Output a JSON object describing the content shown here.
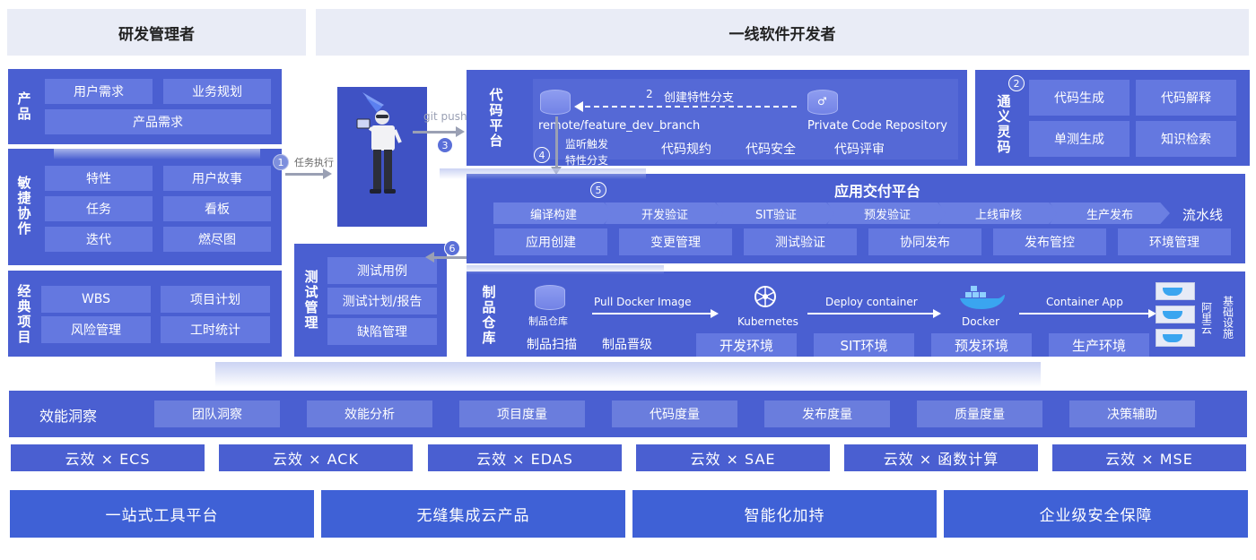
{
  "headers": {
    "left": "研发管理者",
    "right": "一线软件开发者"
  },
  "product": {
    "label": "产品",
    "items": [
      "用户需求",
      "业务规划",
      "产品需求"
    ]
  },
  "agile": {
    "label": "敏捷协作",
    "items": [
      "特性",
      "用户故事",
      "任务",
      "看板",
      "迭代",
      "燃尽图"
    ]
  },
  "classic": {
    "label": "经典项目",
    "items": [
      "WBS",
      "项目计划",
      "风险管理",
      "工时统计"
    ]
  },
  "testing": {
    "label": "测试管理",
    "items": [
      "测试用例",
      "测试计划/报告",
      "缺陷管理"
    ]
  },
  "flow": {
    "step1_num": "1",
    "step1_label": "任务执行",
    "step3_num": "3",
    "git_push": "git push",
    "step4_num": "4",
    "step4_label_1": "监听触发",
    "step4_label_2": "特性分支",
    "step5_num": "5",
    "step6_num": "6"
  },
  "code_platform": {
    "label": "代码平台",
    "step2_num": "2",
    "step2_label": "创建特性分支",
    "remote_branch": "remote/feature_dev_branch",
    "private_repo": "Private Code Repository",
    "items": [
      "代码规约",
      "代码安全",
      "代码评审"
    ]
  },
  "tongyi": {
    "label": "通义灵码",
    "num": "2",
    "items": [
      "代码生成",
      "代码解释",
      "单测生成",
      "知识检索"
    ]
  },
  "delivery": {
    "title": "应用交付平台",
    "pipeline_label": "流水线",
    "steps": [
      "编译构建",
      "开发验证",
      "SIT验证",
      "预发验证",
      "上线审核",
      "生产发布"
    ],
    "items": [
      "应用创建",
      "变更管理",
      "测试验证",
      "协同发布",
      "发布管控",
      "环境管理"
    ]
  },
  "artifact": {
    "label": "制品仓库",
    "repo": "制品仓库",
    "scan": "制品扫描",
    "promote": "制品晋级",
    "pull": "Pull Docker Image",
    "kubernetes": "Kubernetes",
    "deploy": "Deploy container",
    "docker": "Docker",
    "container_app": "Container App",
    "envs": [
      "开发环境",
      "SIT环境",
      "预发环境",
      "生产环境"
    ],
    "aliyun": "阿里云",
    "infra": "基础设施"
  },
  "insight": {
    "label": "效能洞察",
    "items": [
      "团队洞察",
      "效能分析",
      "项目度量",
      "代码度量",
      "发布度量",
      "质量度量",
      "决策辅助"
    ]
  },
  "cloud": [
    "云效 × ECS",
    "云效 × ACK",
    "云效 × EDAS",
    "云效 × SAE",
    "云效 × 函数计算",
    "云效 × MSE"
  ],
  "pillars": [
    "一站式工具平台",
    "无缝集成云产品",
    "智能化加持",
    "企业级安全保障"
  ]
}
